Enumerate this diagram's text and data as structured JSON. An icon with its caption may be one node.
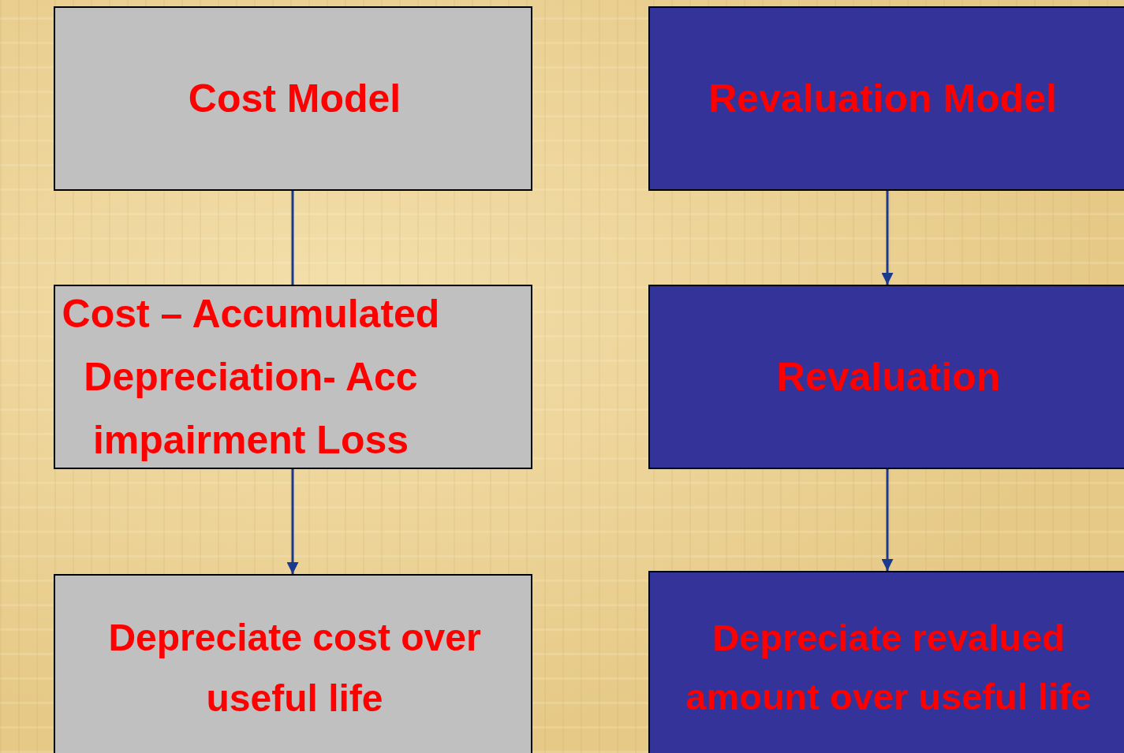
{
  "diagram": {
    "nodes": [
      {
        "text": [
          "Cost Model"
        ]
      },
      {
        "text": [
          "Revaluation Model"
        ]
      },
      {
        "text": [
          "Cost – Accumulated Depreciation- Acc impairment Loss"
        ]
      },
      {
        "text": [
          "Revaluation"
        ]
      },
      {
        "text": [
          "Depreciate cost over useful life"
        ]
      },
      {
        "text": [
          "Depreciate revalued amount over useful life"
        ]
      }
    ],
    "edges": [
      {
        "from": 0,
        "to": 2,
        "arrow": "none"
      },
      {
        "from": 1,
        "to": 3,
        "arrow": "to"
      },
      {
        "from": 2,
        "to": 4,
        "arrow": "to"
      },
      {
        "from": 3,
        "to": 5,
        "arrow": "to"
      }
    ]
  }
}
